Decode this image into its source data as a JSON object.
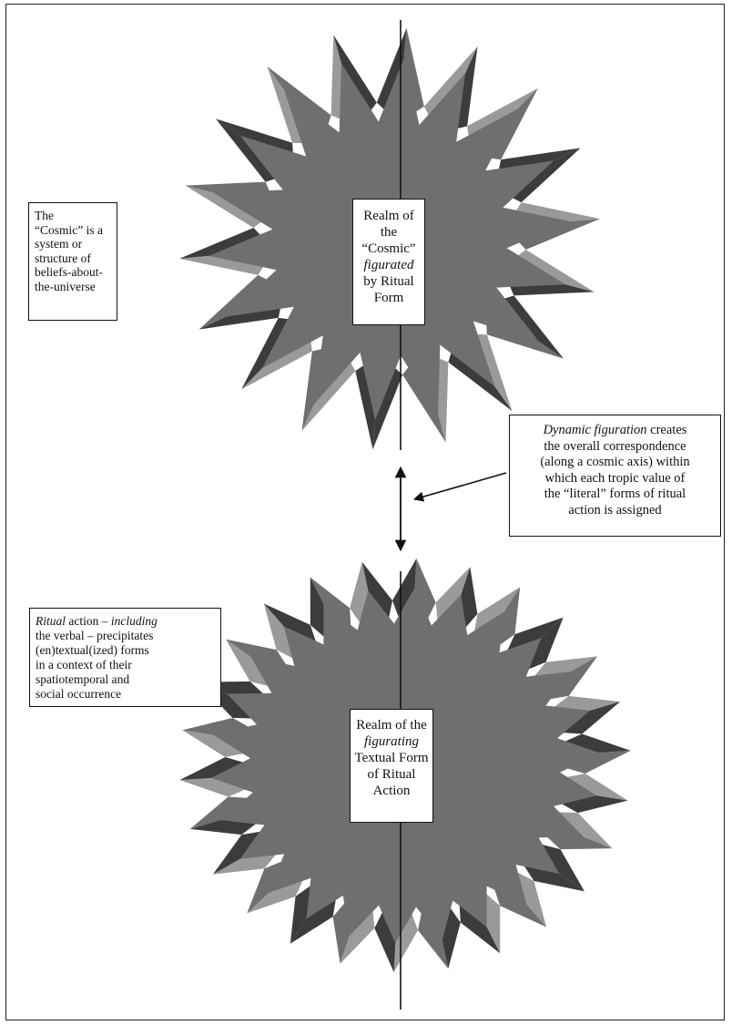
{
  "diagram": {
    "colors": {
      "star_face": "#6f6f6f",
      "star_dark": "#3c3c3c",
      "star_light": "#9a9a9a",
      "axis": "#111111",
      "box_border": "#111111",
      "text": "#111111"
    },
    "cosmic_definition": {
      "lines": [
        "The",
        "“Cosmic” is a",
        "system or",
        "structure of",
        "beliefs-about-",
        "the-universe"
      ]
    },
    "cosmic_realm": {
      "line1": "Realm of",
      "line2": "the",
      "line3": "“Cosmic”",
      "line4_italic": "figurated",
      "line5": "by Ritual",
      "line6": "Form"
    },
    "dynamic_figuration": {
      "italic": "Dynamic figuration",
      "line1_rest": " creates",
      "line2": "the overall correspondence",
      "line3": "(along a cosmic axis) within",
      "line4": "which each tropic value of",
      "line5": "the “literal” forms of ritual",
      "line6": "action is assigned"
    },
    "ritual_action": {
      "italic1": "Ritual",
      "mid1": " action – ",
      "italic2": "including",
      "line2": "the verbal – precipitates",
      "line3": "(en)textual(ized) forms",
      "line4": "in a context of their",
      "line5": "spatiotemporal and",
      "line6": "social occurrence"
    },
    "textual_realm": {
      "line1": "Realm of the",
      "line2_italic": "figurating",
      "line3": "Textual Form",
      "line4": "of Ritual",
      "line5": "Action"
    }
  }
}
